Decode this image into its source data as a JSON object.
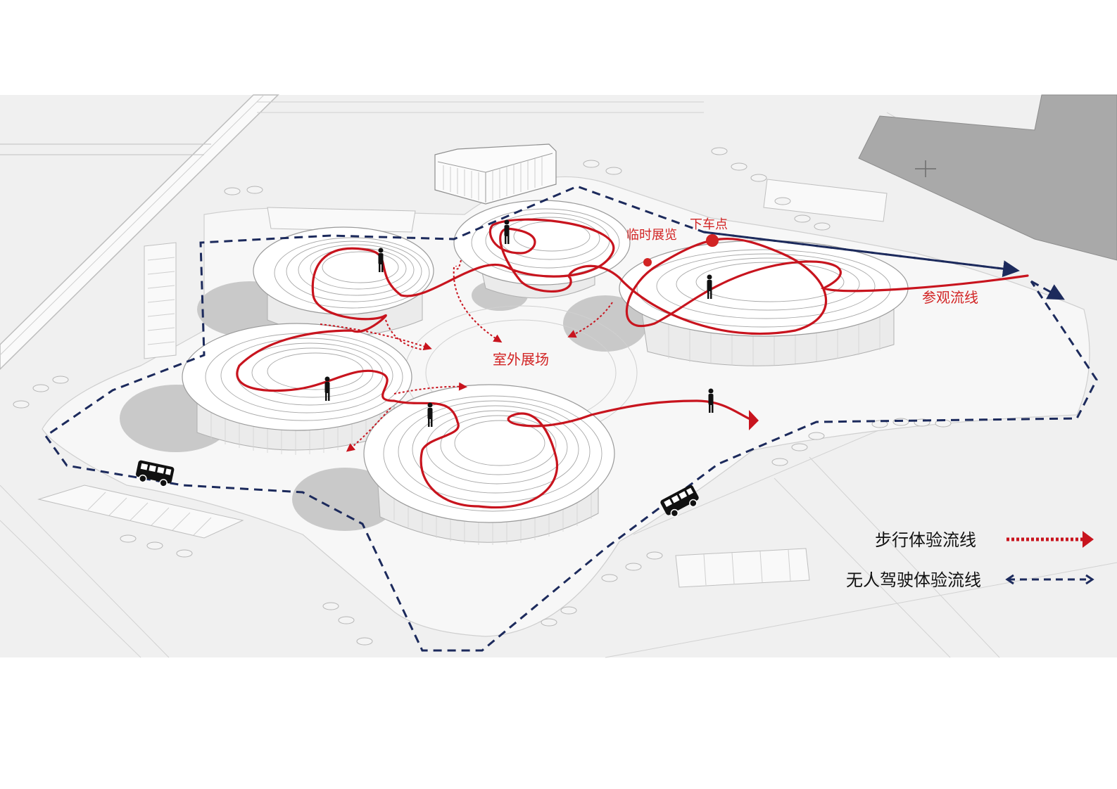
{
  "labels": {
    "temporary_exhibition": "临时展览",
    "drop_off_point": "下车点",
    "outdoor_exhibition": "室外展场",
    "visit_route": "参观流线"
  },
  "legend": {
    "walking": "步行体验流线",
    "driverless": "无人驾驶体验流线"
  },
  "colors": {
    "walk_route": "#c8141e",
    "vehicle_route": "#1c2a5c",
    "ground": "#f0f0f0",
    "roof": "#ffffff",
    "shadow": "#c9c9c9",
    "dark_building": "#a9a9a9"
  }
}
